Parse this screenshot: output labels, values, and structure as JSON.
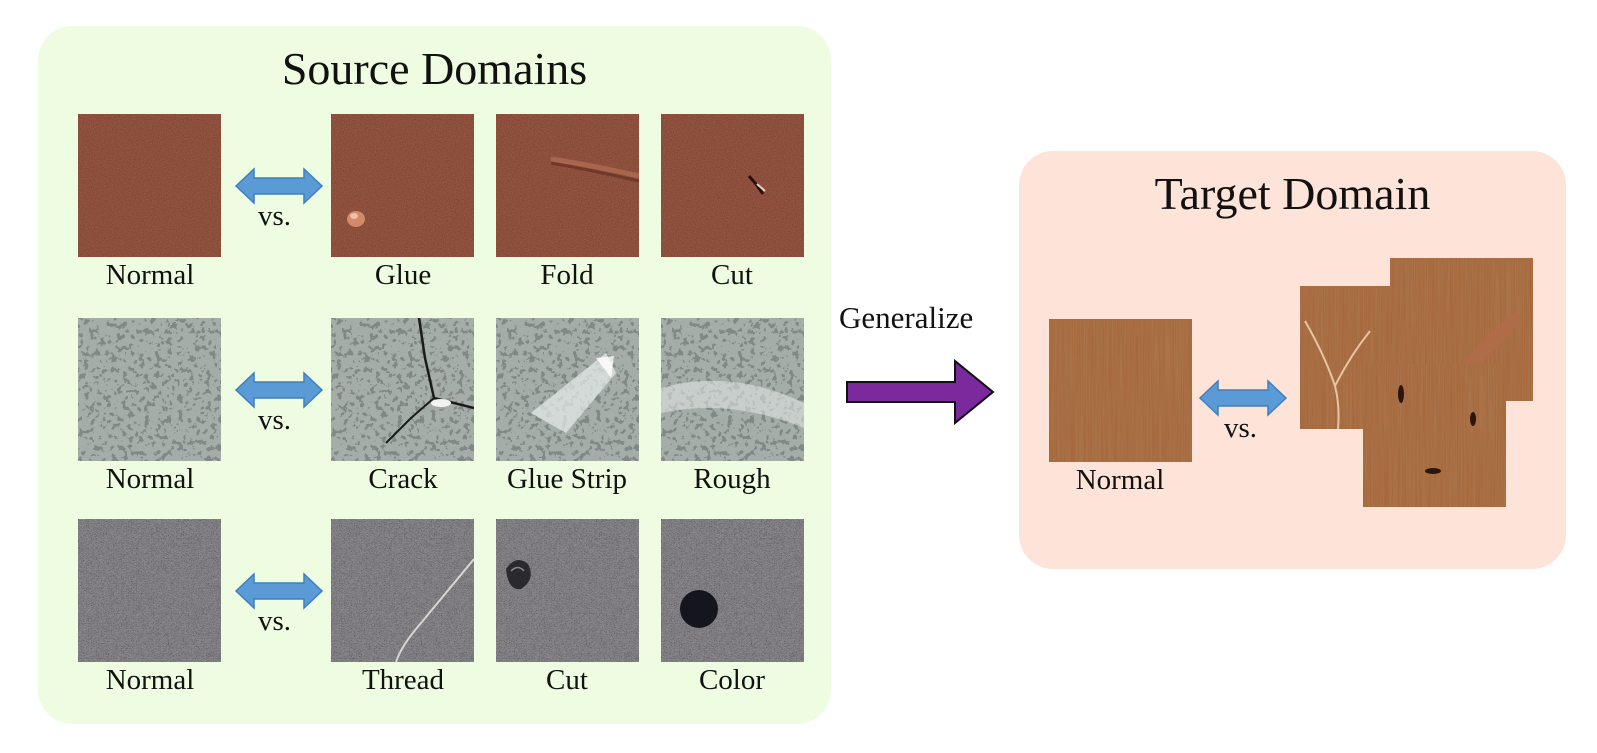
{
  "source_domains": {
    "title": "Source Domains",
    "vs_label": "vs.",
    "rows": [
      {
        "texture": "leather",
        "normal_label": "Normal",
        "anomalies": [
          "Glue",
          "Fold",
          "Cut"
        ]
      },
      {
        "texture": "tile",
        "normal_label": "Normal",
        "anomalies": [
          "Crack",
          "Glue Strip",
          "Rough"
        ]
      },
      {
        "texture": "carpet",
        "normal_label": "Normal",
        "anomalies": [
          "Thread",
          "Cut",
          "Color"
        ]
      }
    ]
  },
  "generalize": {
    "label": "Generalize",
    "arrow_color": "#7b2a9e"
  },
  "target_domain": {
    "title": "Target Domain",
    "texture": "wood",
    "normal_label": "Normal",
    "vs_label": "vs."
  },
  "colors": {
    "source_panel_bg": "#eefde2",
    "target_panel_bg": "#fde3d8",
    "double_arrow_fill": "#5b9bd5",
    "double_arrow_stroke": "#3f7fbf",
    "leather": "#7e3f2c",
    "tile": "#8f9a95",
    "carpet": "#5d5b5f",
    "wood": "#9c5a31"
  }
}
